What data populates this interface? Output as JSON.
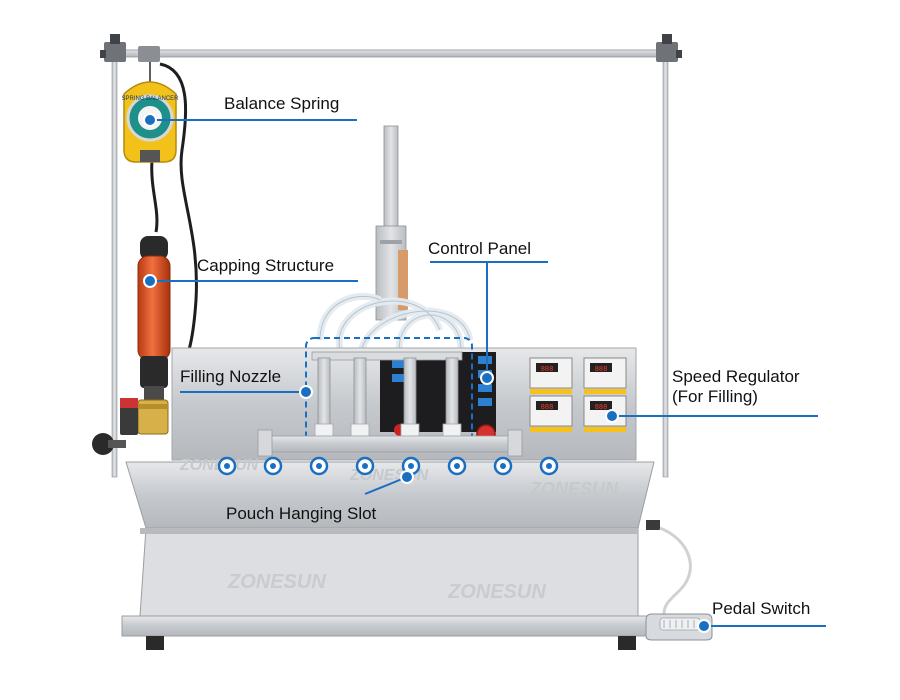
{
  "callouts": {
    "balance_spring": "Balance Spring",
    "capping_structure": "Capping Structure",
    "control_panel": "Control Panel",
    "filling_nozzle": "Filling Nozzle",
    "speed_regulator": "Speed Regulator\n(For Filling)",
    "pouch_hanging_slot": "Pouch Hanging Slot",
    "pedal_switch": "Pedal Switch"
  },
  "balancer_tag": "SPRING BALANCER",
  "watermark": "ZONESUN",
  "displays": [
    "888",
    "888",
    "888",
    "888"
  ],
  "colors": {
    "accent": "#1a6fc2",
    "steel": "#c9ccd0",
    "balancer_yellow": "#f2c21b",
    "screwdriver_orange": "#e0541f"
  },
  "icons": [
    "balance-spring-icon",
    "screwdriver-icon",
    "nozzle-icon",
    "pedal-icon"
  ]
}
